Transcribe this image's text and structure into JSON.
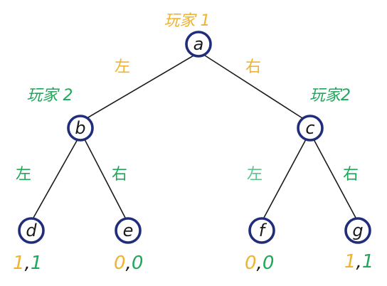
{
  "colors": {
    "player1": "#f0b232",
    "player2": "#1fa85a",
    "player2_light": "#5cc48b",
    "node_border": "#1f2d7a"
  },
  "players": {
    "p1": "玩家 1",
    "p2_left": "玩家 2",
    "p2_right": "玩家2"
  },
  "nodes": {
    "a": "a",
    "b": "b",
    "c": "c",
    "d": "d",
    "e": "e",
    "f": "f",
    "g": "g"
  },
  "actions": {
    "a_left": "左",
    "a_right": "右",
    "b_left": "左",
    "b_right": "右",
    "c_left": "左",
    "c_right": "右"
  },
  "payoffs": {
    "d": {
      "p1": "1",
      "p2": "1"
    },
    "e": {
      "p1": "0",
      "p2": "0"
    },
    "f": {
      "p1": "0",
      "p2": "0"
    },
    "g": {
      "p1": "1",
      "p2": "1"
    }
  },
  "separator": ","
}
